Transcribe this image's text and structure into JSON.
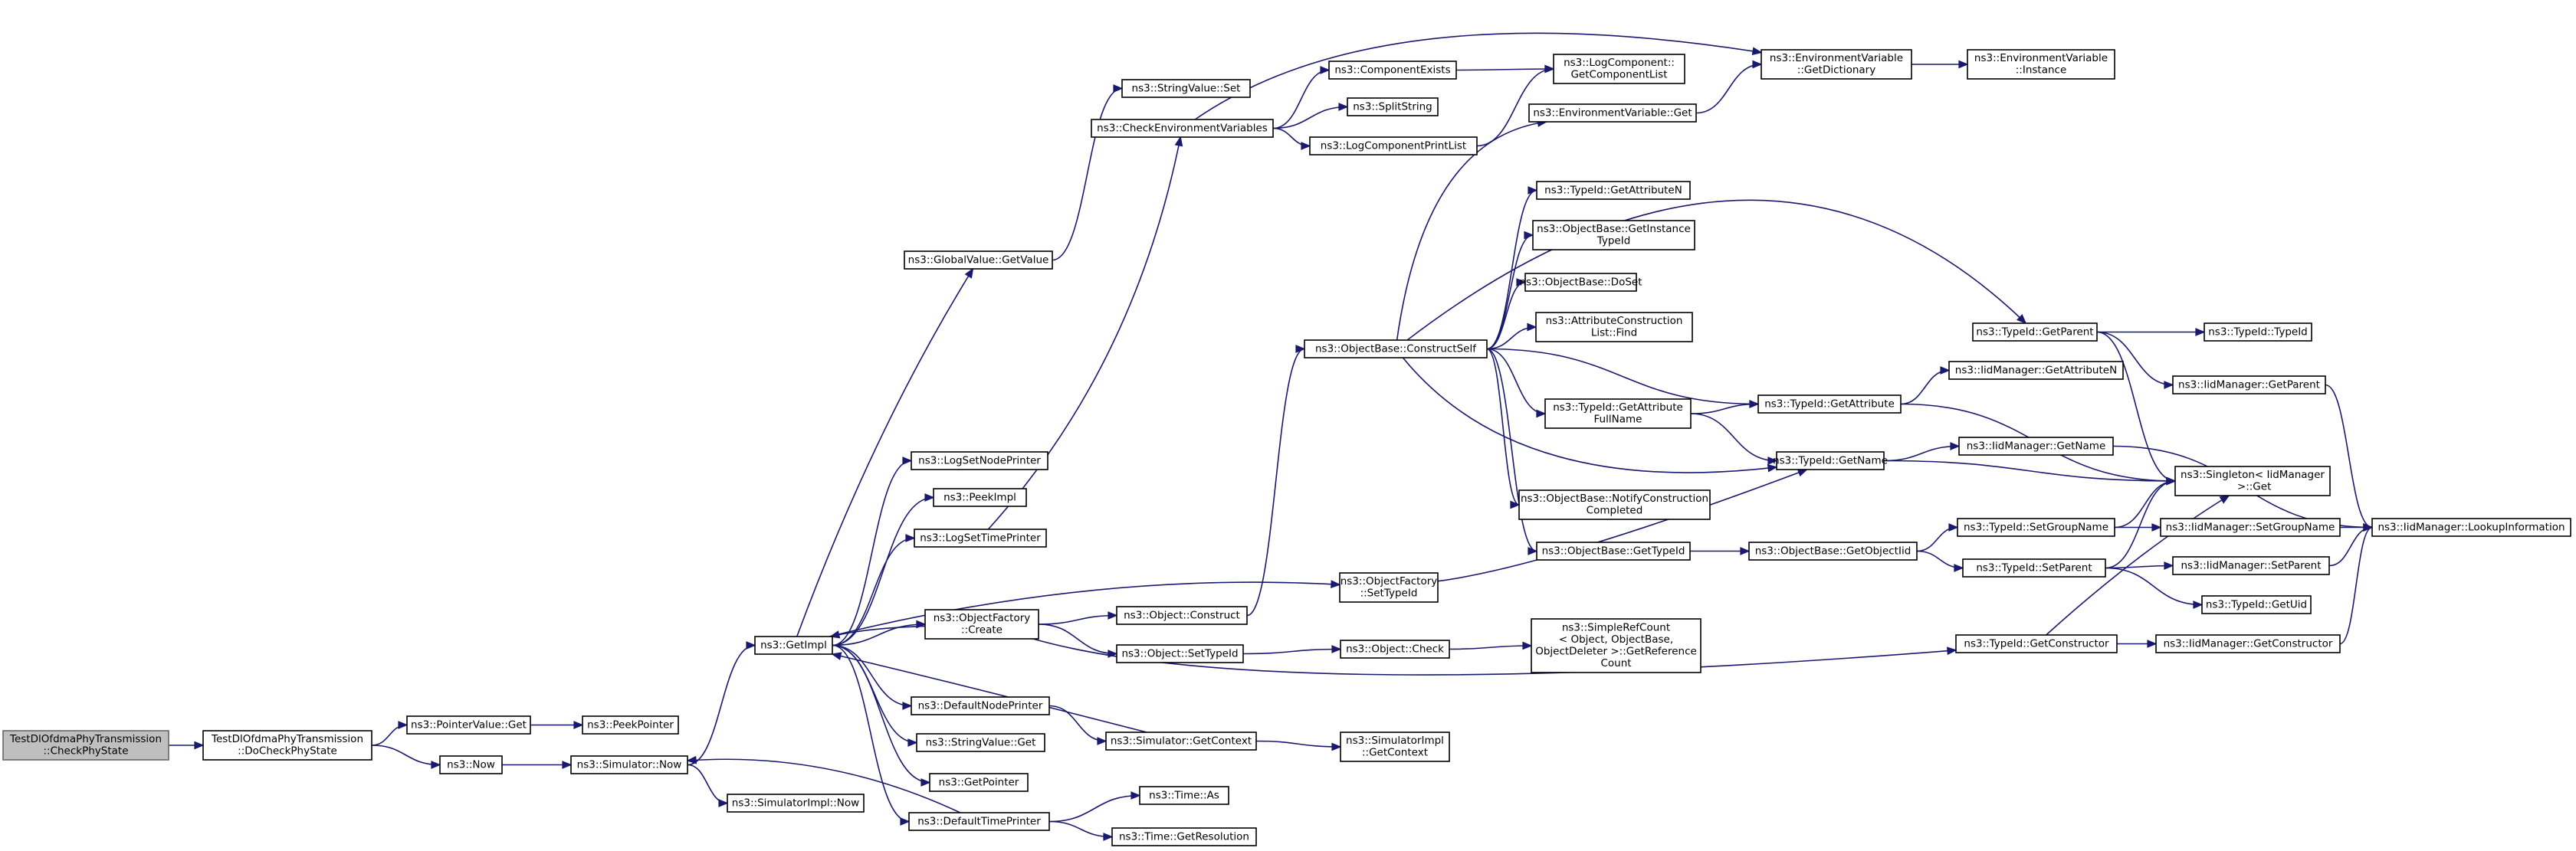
{
  "colors": {
    "edge": "#191970",
    "root_fill": "#bfbfbf",
    "node_fill": "#ffffff",
    "node_border": "#000000"
  },
  "nodes": [
    {
      "id": "root",
      "lines": [
        "TestDlOfdmaPhyTransmission",
        "::CheckPhyState"
      ],
      "root": true
    },
    {
      "id": "docheck",
      "lines": [
        "TestDlOfdmaPhyTransmission",
        "::DoCheckPhyState"
      ]
    },
    {
      "id": "pvget",
      "lines": [
        "ns3::PointerValue::Get"
      ]
    },
    {
      "id": "peekptr",
      "lines": [
        "ns3::PeekPointer"
      ]
    },
    {
      "id": "now",
      "lines": [
        "ns3::Now"
      ]
    },
    {
      "id": "simnow",
      "lines": [
        "ns3::Simulator::Now"
      ]
    },
    {
      "id": "simimplnow",
      "lines": [
        "ns3::SimulatorImpl::Now"
      ]
    },
    {
      "id": "getimpl",
      "lines": [
        "ns3::GetImpl"
      ]
    },
    {
      "id": "gvgetvalue",
      "lines": [
        "ns3::GlobalValue::GetValue"
      ]
    },
    {
      "id": "svset",
      "lines": [
        "ns3::StringValue::Set"
      ]
    },
    {
      "id": "checkenv",
      "lines": [
        "ns3::CheckEnvironmentVariables"
      ]
    },
    {
      "id": "logsetnode",
      "lines": [
        "ns3::LogSetNodePrinter"
      ]
    },
    {
      "id": "peekimpl",
      "lines": [
        "ns3::PeekImpl"
      ]
    },
    {
      "id": "logsettime",
      "lines": [
        "ns3::LogSetTimePrinter"
      ]
    },
    {
      "id": "ofcreate",
      "lines": [
        "ns3::ObjectFactory",
        "::Create"
      ]
    },
    {
      "id": "defnode",
      "lines": [
        "ns3::DefaultNodePrinter"
      ]
    },
    {
      "id": "svget",
      "lines": [
        "ns3::StringValue::Get"
      ]
    },
    {
      "id": "getptr",
      "lines": [
        "ns3::GetPointer"
      ]
    },
    {
      "id": "deftime",
      "lines": [
        "ns3::DefaultTimePrinter"
      ]
    },
    {
      "id": "compexists",
      "lines": [
        "ns3::ComponentExists"
      ]
    },
    {
      "id": "splitstr",
      "lines": [
        "ns3::SplitString"
      ]
    },
    {
      "id": "logcompprint",
      "lines": [
        "ns3::LogComponentPrintList"
      ]
    },
    {
      "id": "logcompget",
      "lines": [
        "ns3::LogComponent::",
        "GetComponentList"
      ]
    },
    {
      "id": "envget",
      "lines": [
        "ns3::EnvironmentVariable::Get"
      ]
    },
    {
      "id": "envdict",
      "lines": [
        "ns3::EnvironmentVariable",
        "::GetDictionary"
      ]
    },
    {
      "id": "envinst",
      "lines": [
        "ns3::EnvironmentVariable",
        "::Instance"
      ]
    },
    {
      "id": "constructself",
      "lines": [
        "ns3::ObjectBase::ConstructSelf"
      ]
    },
    {
      "id": "getattrn",
      "lines": [
        "ns3::TypeId::GetAttributeN"
      ]
    },
    {
      "id": "getinsttid",
      "lines": [
        "ns3::ObjectBase::GetInstance",
        "TypeId"
      ]
    },
    {
      "id": "doset",
      "lines": [
        "ns3::ObjectBase::DoSet"
      ]
    },
    {
      "id": "attrfind",
      "lines": [
        "ns3::AttributeConstruction",
        "List::Find"
      ]
    },
    {
      "id": "getattrfull",
      "lines": [
        "ns3::TypeId::GetAttribute",
        "FullName"
      ]
    },
    {
      "id": "notifycons",
      "lines": [
        "ns3::ObjectBase::NotifyConstruction",
        "Completed"
      ]
    },
    {
      "id": "obgettid",
      "lines": [
        "ns3::ObjectBase::GetTypeId"
      ]
    },
    {
      "id": "ofsettid",
      "lines": [
        "ns3::ObjectFactory",
        "::SetTypeId"
      ]
    },
    {
      "id": "objconstruct",
      "lines": [
        "ns3::Object::Construct"
      ]
    },
    {
      "id": "objsettid",
      "lines": [
        "ns3::Object::SetTypeId"
      ]
    },
    {
      "id": "objcheck",
      "lines": [
        "ns3::Object::Check"
      ]
    },
    {
      "id": "simgetctx",
      "lines": [
        "ns3::Simulator::GetContext"
      ]
    },
    {
      "id": "simimplctx",
      "lines": [
        "ns3::SimulatorImpl",
        "::GetContext"
      ]
    },
    {
      "id": "timeas",
      "lines": [
        "ns3::Time::As"
      ]
    },
    {
      "id": "timeres",
      "lines": [
        "ns3::Time::GetResolution"
      ]
    },
    {
      "id": "refcount",
      "lines": [
        "ns3::SimpleRefCount",
        "< Object, ObjectBase,",
        "ObjectDeleter >::GetReference",
        "Count"
      ]
    },
    {
      "id": "tidgetattr",
      "lines": [
        "ns3::TypeId::GetAttribute"
      ]
    },
    {
      "id": "tidgetname",
      "lines": [
        "ns3::TypeId::GetName"
      ]
    },
    {
      "id": "obgetoid",
      "lines": [
        "ns3::ObjectBase::GetObjectIid"
      ]
    },
    {
      "id": "tidgetparent",
      "lines": [
        "ns3::TypeId::GetParent"
      ]
    },
    {
      "id": "tidtid",
      "lines": [
        "ns3::TypeId::TypeId"
      ]
    },
    {
      "id": "iidgetattrn",
      "lines": [
        "ns3::IidManager::GetAttributeN"
      ]
    },
    {
      "id": "iidgetparent",
      "lines": [
        "ns3::IidManager::GetParent"
      ]
    },
    {
      "id": "iidgetname",
      "lines": [
        "ns3::IidManager::GetName"
      ]
    },
    {
      "id": "singleton",
      "lines": [
        "ns3::Singleton< IidManager",
        " >::Get"
      ]
    },
    {
      "id": "tidsetgroup",
      "lines": [
        "ns3::TypeId::SetGroupName"
      ]
    },
    {
      "id": "iidsetgroup",
      "lines": [
        "ns3::IidManager::SetGroupName"
      ]
    },
    {
      "id": "tidsetparent",
      "lines": [
        "ns3::TypeId::SetParent"
      ]
    },
    {
      "id": "iidsetparent",
      "lines": [
        "ns3::IidManager::SetParent"
      ]
    },
    {
      "id": "tidgetuid",
      "lines": [
        "ns3::TypeId::GetUid"
      ]
    },
    {
      "id": "tidgetctor",
      "lines": [
        "ns3::TypeId::GetConstructor"
      ]
    },
    {
      "id": "iidgetctor",
      "lines": [
        "ns3::IidManager::GetConstructor"
      ]
    },
    {
      "id": "lookup",
      "lines": [
        "ns3::IidManager::LookupInformation"
      ]
    }
  ],
  "edges": [
    [
      "root",
      "docheck"
    ],
    [
      "docheck",
      "pvget"
    ],
    [
      "docheck",
      "now"
    ],
    [
      "pvget",
      "peekptr"
    ],
    [
      "now",
      "simnow"
    ],
    [
      "simnow",
      "getimpl"
    ],
    [
      "simnow",
      "simimplnow"
    ],
    [
      "getimpl",
      "gvgetvalue"
    ],
    [
      "getimpl",
      "logsetnode"
    ],
    [
      "getimpl",
      "peekimpl"
    ],
    [
      "getimpl",
      "logsettime"
    ],
    [
      "getimpl",
      "ofsettid"
    ],
    [
      "getimpl",
      "ofcreate"
    ],
    [
      "getimpl",
      "defnode"
    ],
    [
      "getimpl",
      "svget"
    ],
    [
      "getimpl",
      "getptr"
    ],
    [
      "getimpl",
      "deftime"
    ],
    [
      "gvgetvalue",
      "svset"
    ],
    [
      "logsettime",
      "checkenv"
    ],
    [
      "checkenv",
      "compexists"
    ],
    [
      "checkenv",
      "splitstr"
    ],
    [
      "checkenv",
      "logcompprint"
    ],
    [
      "checkenv",
      "envdict"
    ],
    [
      "compexists",
      "logcompget"
    ],
    [
      "logcompprint",
      "logcompget"
    ],
    [
      "envget",
      "envdict"
    ],
    [
      "envdict",
      "envinst"
    ],
    [
      "ofcreate",
      "getimpl"
    ],
    [
      "ofcreate",
      "objconstruct"
    ],
    [
      "ofcreate",
      "objsettid"
    ],
    [
      "ofcreate",
      "tidgetctor"
    ],
    [
      "objconstruct",
      "constructself"
    ],
    [
      "objsettid",
      "objcheck"
    ],
    [
      "objcheck",
      "refcount"
    ],
    [
      "defnode",
      "simgetctx"
    ],
    [
      "simgetctx",
      "getimpl"
    ],
    [
      "simgetctx",
      "simimplctx"
    ],
    [
      "deftime",
      "simnow"
    ],
    [
      "deftime",
      "timeas"
    ],
    [
      "deftime",
      "timeres"
    ],
    [
      "constructself",
      "envget"
    ],
    [
      "constructself",
      "getattrn"
    ],
    [
      "constructself",
      "getinsttid"
    ],
    [
      "constructself",
      "doset"
    ],
    [
      "constructself",
      "attrfind"
    ],
    [
      "constructself",
      "getattrfull"
    ],
    [
      "constructself",
      "notifycons"
    ],
    [
      "constructself",
      "obgettid"
    ],
    [
      "constructself",
      "tidgetattr"
    ],
    [
      "constructself",
      "tidgetname"
    ],
    [
      "constructself",
      "tidgetparent"
    ],
    [
      "getattrfull",
      "tidgetattr"
    ],
    [
      "getattrfull",
      "tidgetname"
    ],
    [
      "obgettid",
      "obgetoid"
    ],
    [
      "ofsettid",
      "tidgetname"
    ],
    [
      "obgetoid",
      "tidsetgroup"
    ],
    [
      "obgetoid",
      "tidsetparent"
    ],
    [
      "tidgetattr",
      "iidgetattrn"
    ],
    [
      "tidgetattr",
      "singleton"
    ],
    [
      "tidgetname",
      "iidgetname"
    ],
    [
      "tidgetname",
      "singleton"
    ],
    [
      "tidgetparent",
      "tidtid"
    ],
    [
      "tidgetparent",
      "iidgetparent"
    ],
    [
      "tidgetparent",
      "singleton"
    ],
    [
      "tidsetgroup",
      "singleton"
    ],
    [
      "tidsetgroup",
      "iidsetgroup"
    ],
    [
      "tidsetparent",
      "singleton"
    ],
    [
      "tidsetparent",
      "iidsetparent"
    ],
    [
      "tidsetparent",
      "tidgetuid"
    ],
    [
      "tidgetctor",
      "singleton"
    ],
    [
      "tidgetctor",
      "iidgetctor"
    ],
    [
      "iidgetparent",
      "lookup"
    ],
    [
      "iidgetname",
      "lookup"
    ],
    [
      "iidsetgroup",
      "lookup"
    ],
    [
      "iidsetparent",
      "lookup"
    ],
    [
      "iidgetctor",
      "lookup"
    ]
  ]
}
